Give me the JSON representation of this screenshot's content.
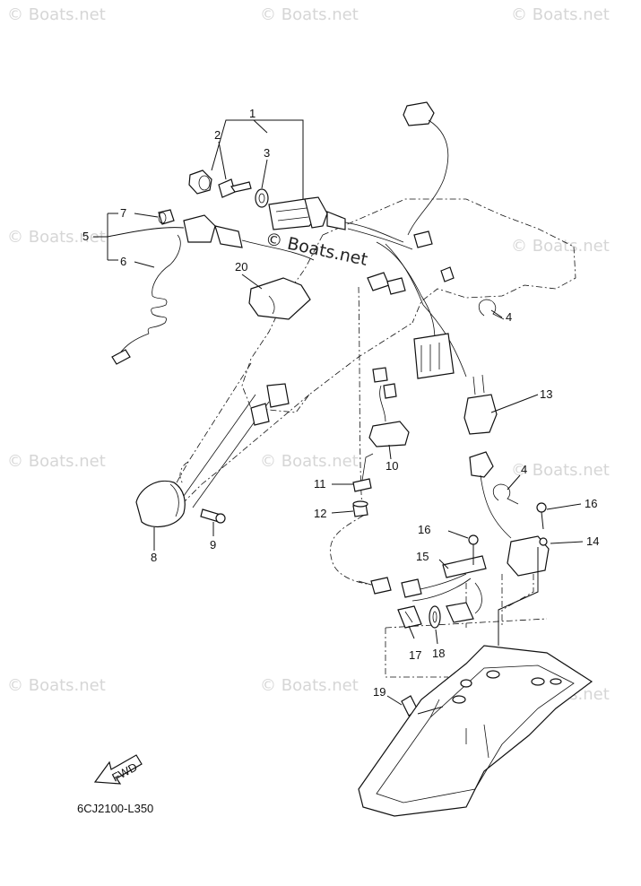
{
  "figure_code": "6CJ2100-L350",
  "direction_label": "FWD",
  "watermark": "© Boats.net",
  "part_labels": [
    "1",
    "2",
    "3",
    "4",
    "4",
    "5",
    "6",
    "7",
    "8",
    "9",
    "10",
    "11",
    "12",
    "13",
    "14",
    "15",
    "16",
    "16",
    "17",
    "18",
    "19",
    "20"
  ],
  "colors": {
    "line": "#111111",
    "watermark": "#d6d6d6",
    "background": "#ffffff"
  }
}
